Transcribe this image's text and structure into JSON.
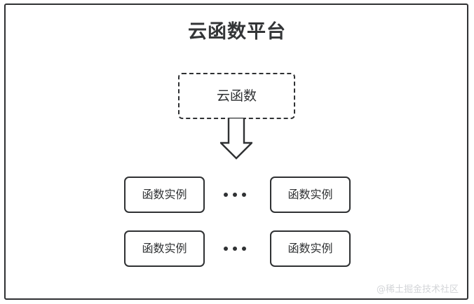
{
  "diagram": {
    "title": "云函数平台",
    "cloud_function": {
      "label": "云函数",
      "style": "dashed"
    },
    "arrow": {
      "icon": "down-block-arrow",
      "direction": "down"
    },
    "instance_rows": [
      {
        "left_instance": "函数实例",
        "ellipsis": "...",
        "right_instance": "函数实例"
      },
      {
        "left_instance": "函数实例",
        "ellipsis": "...",
        "right_instance": "函数实例"
      }
    ],
    "watermark": "@稀土掘金技术社区",
    "colors": {
      "stroke": "#2f3133",
      "title": "#333537",
      "background": "#ffffff",
      "watermark": "#d3d5d8"
    }
  }
}
